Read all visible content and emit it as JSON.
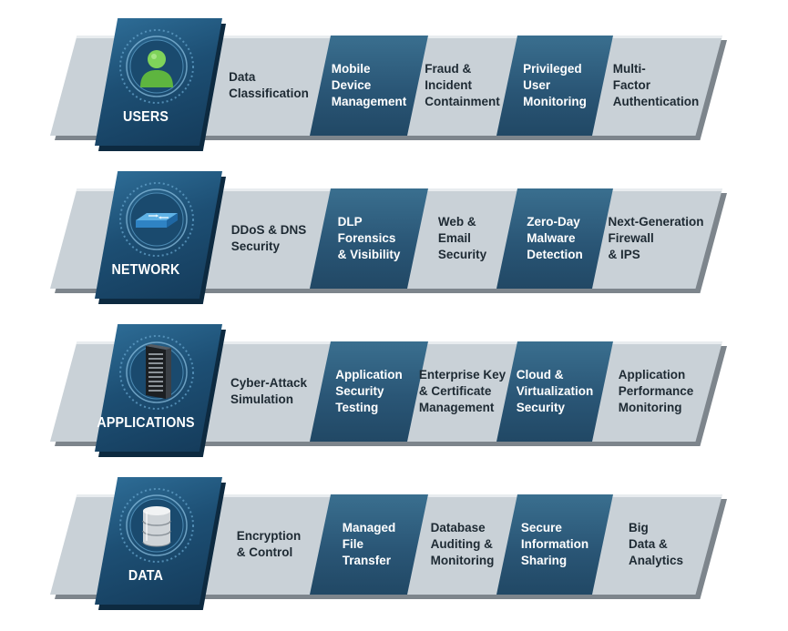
{
  "rows": [
    {
      "label": "USERS",
      "icon": "user-icon",
      "items": [
        "Data\nClassification",
        "Mobile\nDevice\nManagement",
        "Fraud &\nIncident\nContainment",
        "Privileged\nUser\nMonitoring",
        "Multi-\nFactor\nAuthentication"
      ]
    },
    {
      "label": "NETWORK",
      "icon": "network-switch-icon",
      "items": [
        "DDoS & DNS\nSecurity",
        "DLP\nForensics\n& Visibility",
        "Web &\nEmail\nSecurity",
        "Zero-Day\nMalware\nDetection",
        "Next-Generation\nFirewall\n& IPS"
      ]
    },
    {
      "label": "APPLICATIONS",
      "icon": "server-rack-icon",
      "items": [
        "Cyber-Attack\nSimulation",
        "Application\nSecurity\nTesting",
        "Enterprise Key\n& Certificate\nManagement",
        "Cloud &\nVirtualization\nSecurity",
        "Application\nPerformance\nMonitoring"
      ]
    },
    {
      "label": "DATA",
      "icon": "database-icon",
      "items": [
        "Encryption\n& Control",
        "Managed\nFile\nTransfer",
        "Database\nAuditing &\nMonitoring",
        "Secure\nInformation\nSharing",
        "Big\nData &\nAnalytics"
      ]
    }
  ],
  "colors": {
    "tab_blue": "#1d4f74",
    "cell_dark": "#2a5676",
    "band_light": "#c9d1d7",
    "user_green": "#6cc04a"
  }
}
